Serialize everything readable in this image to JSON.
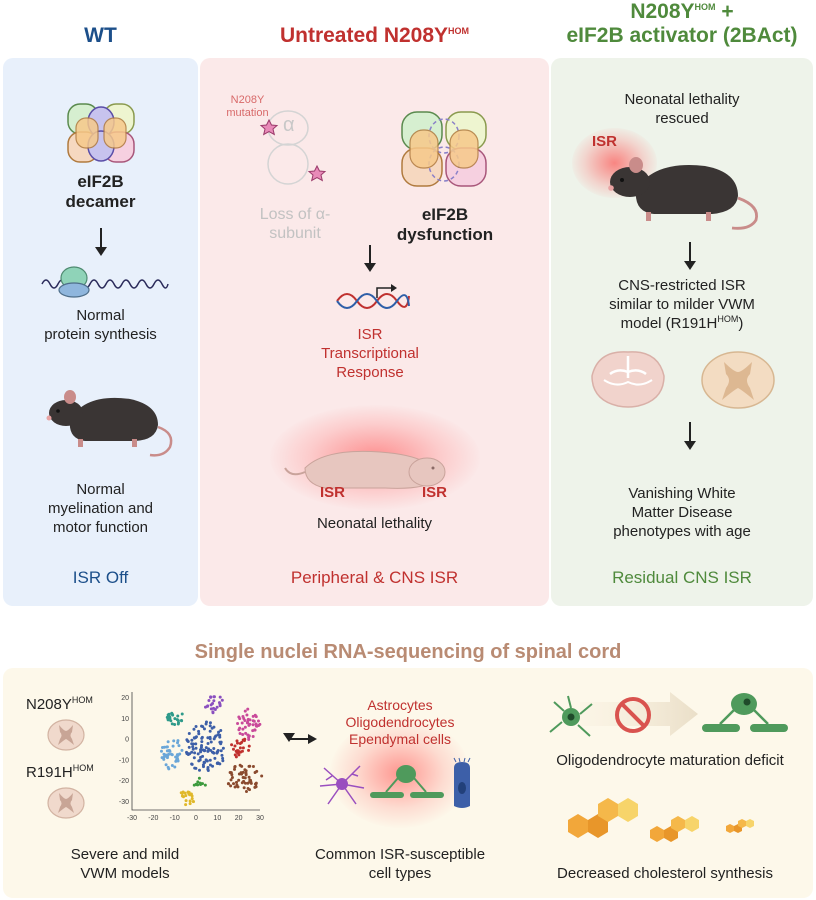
{
  "columns": {
    "wt": {
      "header": "WT",
      "decamer_label": "eIF2B\ndecamer",
      "synthesis_label": "Normal\nprotein synthesis",
      "myelination_label": "Normal\nmyelination and\nmotor function",
      "footer": "ISR Off"
    },
    "untreated": {
      "header_main": "Untreated N208Y",
      "header_sup": "HOM",
      "mutation_label": "N208Y\nmutation",
      "alpha_symbol": "α",
      "loss_label": "Loss of α-\nsubunit",
      "dysfunction_label": "eIF2B\ndysfunction",
      "isr_response_label": "ISR\nTranscriptional\nResponse",
      "isr_left": "ISR",
      "isr_right": "ISR",
      "lethality_label": "Neonatal lethality",
      "footer": "Peripheral & CNS ISR"
    },
    "treated": {
      "header_line1_main": "N208Y",
      "header_line1_sup": "HOM",
      "header_line1_tail": " +",
      "header_line2": "eIF2B activator (2BAct)",
      "rescued_label": "Neonatal lethality\nrescued",
      "isr_tag": "ISR",
      "cns_line1": "CNS-restricted ISR",
      "cns_line2": "similar to milder VWM",
      "cns_line3_main": "model (R191H",
      "cns_line3_sup": "HOM",
      "cns_line3_tail": ")",
      "vwm_label": "Vanishing White\nMatter Disease\nphenotypes with age",
      "footer": "Residual CNS ISR"
    }
  },
  "bottom": {
    "title": "Single nuclei RNA-sequencing of spinal cord",
    "model1_main": "N208Y",
    "model1_sup": "HOM",
    "model2_main": "R191H",
    "model2_sup": "HOM",
    "models_caption": "Severe and mild\nVWM models",
    "cell_types": "Astrocytes\nOligodendrocytes\nEpendymal cells",
    "common_caption": "Common ISR-susceptible\ncell types",
    "maturation_caption": "Oligodendrocyte maturation deficit",
    "cholesterol_caption": "Decreased cholesterol synthesis",
    "tsne_y_ticks": [
      "20",
      "10",
      "0",
      "-10",
      "-20",
      "-30"
    ],
    "tsne_x_ticks": [
      "-30",
      "-20",
      "-10",
      "0",
      "10",
      "20",
      "30"
    ]
  },
  "colors": {
    "wt": "#1c4f8a",
    "untreated": "#c0312f",
    "treated": "#4f8a3c",
    "bottom_title": "#b98b73",
    "panel_blue": "#e8f0fb",
    "panel_pink": "#fbe9e9",
    "panel_green": "#eef3ea",
    "panel_yellow": "#fdf8ea"
  }
}
